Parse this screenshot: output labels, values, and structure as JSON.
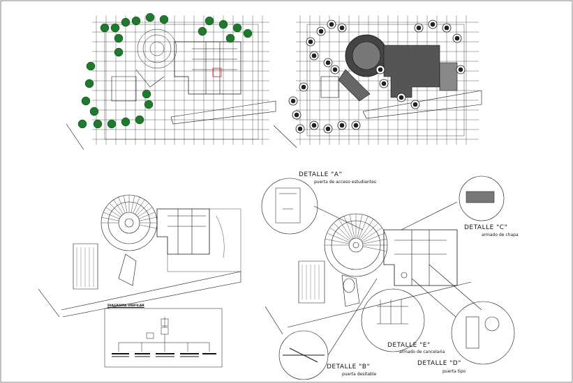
{
  "colors": {
    "line": "#111111",
    "tree": "#1f7a2e",
    "accent_red": "#cc2222",
    "paper": "#ffffff"
  },
  "details": [
    {
      "id": "a",
      "title": "DETALLE \"A\"",
      "subtitle": "puerta de acceso estudiantes"
    },
    {
      "id": "b",
      "title": "DETALLE \"B\"",
      "subtitle": "puerta desitable"
    },
    {
      "id": "c",
      "title": "DETALLE \"C\"",
      "subtitle": "armado de chapa"
    },
    {
      "id": "d",
      "title": "DETALLE \"D\"",
      "subtitle": "puerta tipo"
    },
    {
      "id": "e",
      "title": "DETALLE \"E\"",
      "subtitle": "armado de cancelaria"
    }
  ],
  "diagram": {
    "title": "DIAGRAMA UNIFILAR"
  }
}
